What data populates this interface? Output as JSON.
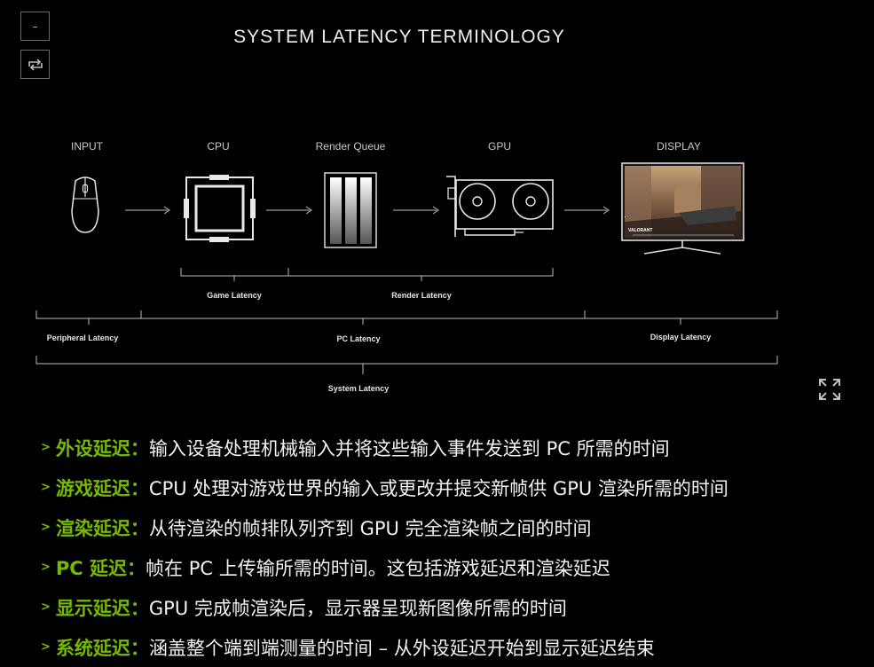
{
  "title": "SYSTEM LATENCY TERMINOLOGY",
  "controls": {
    "minimize_glyph": "–",
    "swap_icon": "swap-arrows-icon",
    "expand_icon": "fullscreen-expand-icon"
  },
  "stages": [
    {
      "label": "INPUT",
      "icon": "mouse-icon"
    },
    {
      "label": "CPU",
      "icon": "cpu-icon"
    },
    {
      "label": "Render Queue",
      "icon": "render-queue-icon"
    },
    {
      "label": "GPU",
      "icon": "gpu-icon"
    },
    {
      "label": "DISPLAY",
      "icon": "monitor-icon"
    }
  ],
  "screen_text": "VALORANT",
  "brackets": {
    "game_latency": "Game Latency",
    "render_latency": "Render Latency",
    "peripheral_latency": "Peripheral Latency",
    "pc_latency": "PC Latency",
    "display_latency": "Display Latency",
    "system_latency": "System Latency"
  },
  "colors": {
    "accent": "#76b900",
    "background": "#000000"
  },
  "bullets": [
    {
      "term": "外设延迟：",
      "desc": "输入设备处理机械输入并将这些输入事件发送到 PC 所需的时间"
    },
    {
      "term": "游戏延迟：",
      "desc": "CPU 处理对游戏世界的输入或更改并提交新帧供 GPU 渲染所需的时间"
    },
    {
      "term": "渲染延迟：",
      "desc": "从待渲染的帧排队列齐到 GPU 完全渲染帧之间的时间"
    },
    {
      "term": "PC 延迟：",
      "desc": "帧在 PC 上传输所需的时间。这包括游戏延迟和渲染延迟"
    },
    {
      "term": "显示延迟：",
      "desc": "GPU 完成帧渲染后，显示器呈现新图像所需的时间"
    },
    {
      "term": "系统延迟：",
      "desc": "涵盖整个端到端测量的时间 – 从外设延迟开始到显示延迟结束"
    }
  ]
}
